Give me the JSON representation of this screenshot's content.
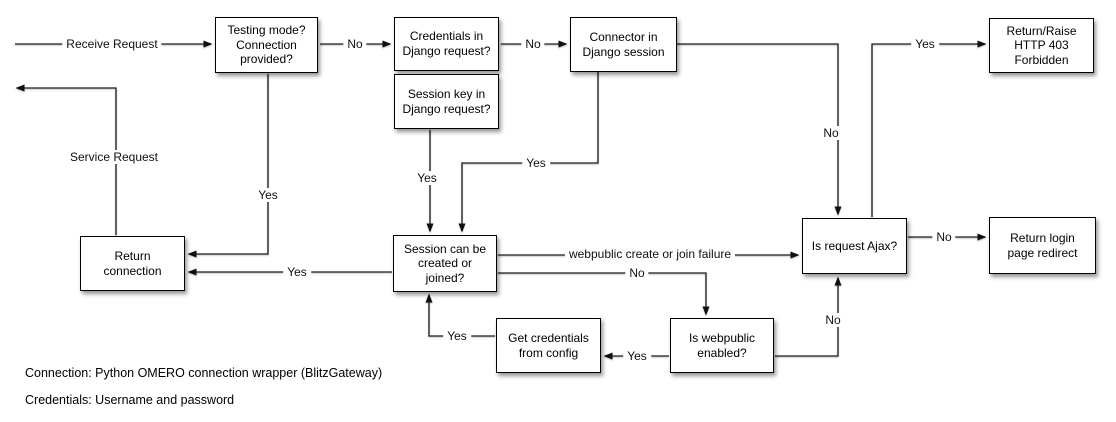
{
  "flowchart": {
    "nodes": {
      "testing_mode": {
        "label": "Testing mode?\nConnection\nprovided?"
      },
      "credentials_in_request": {
        "label": "Credentials in\nDjango request?"
      },
      "session_key_in_request": {
        "label": "Session key in\nDjango request?"
      },
      "connector_in_session": {
        "label": "Connector in\nDjango session"
      },
      "http_403": {
        "label": "Return/Raise\nHTTP 403\nForbidden"
      },
      "return_connection": {
        "label": "Return\nconnection"
      },
      "session_create_join": {
        "label": "Session can be\ncreated or\njoined?"
      },
      "is_request_ajax": {
        "label": "Is request Ajax?"
      },
      "return_login_redirect": {
        "label": "Return login\npage redirect"
      },
      "get_credentials_config": {
        "label": "Get credentials\nfrom config"
      },
      "is_webpublic_enabled": {
        "label": "Is webpublic\nenabled?"
      }
    },
    "edge_labels": {
      "receive_request": "Receive Request",
      "service_request": "Service Request",
      "testing_no": "No",
      "credentials_no": "No",
      "connector_no": "No",
      "ajax_yes": "Yes",
      "ajax_no": "No",
      "session_key_yes": "Yes",
      "connector_yes": "Yes",
      "testing_yes": "Yes",
      "session_yes": "Yes",
      "webpublic_failure": "webpublic create or join failure",
      "session_no": "No",
      "webpublic_no": "No",
      "webpublic_yes": "Yes",
      "get_credentials_yes": "Yes"
    },
    "notes": {
      "connection": "Connection: Python OMERO connection wrapper (BlitzGateway)",
      "credentials": "Credentials: Username and password"
    },
    "colors": {
      "stroke": "#1c1c1c",
      "box_fill": "#ffffff",
      "box_border": "#000000",
      "background": "#ffffff"
    }
  }
}
